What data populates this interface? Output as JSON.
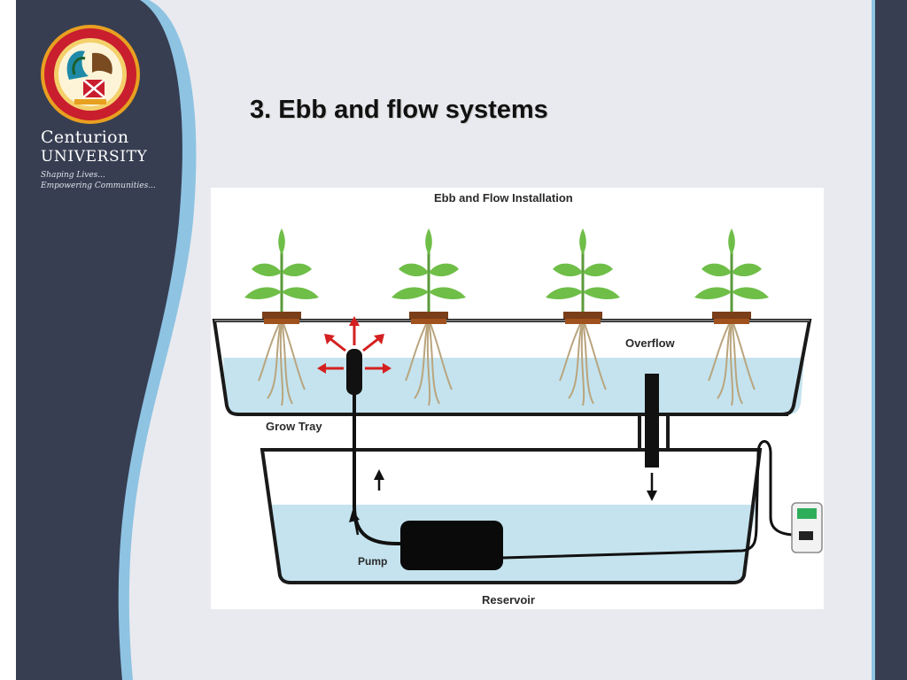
{
  "brand": {
    "line1": "Centurion",
    "line2": "UNIVERSITY",
    "tagline": [
      "Shaping Lives...",
      "Empowering Communities..."
    ]
  },
  "slide": {
    "title": "3. Ebb and flow systems"
  },
  "diagram": {
    "title": "Ebb and Flow Installation",
    "labels": {
      "overflow": "Overflow",
      "grow_tray": "Grow Tray",
      "pump": "Pump",
      "reservoir": "Reservoir"
    }
  },
  "colors": {
    "sidebar": "#373e52",
    "accent_stripe": "#8ec3e2",
    "slide_bg": "#e9eaef",
    "water": "#c4e3ee",
    "leaf": "#6fbe48"
  }
}
